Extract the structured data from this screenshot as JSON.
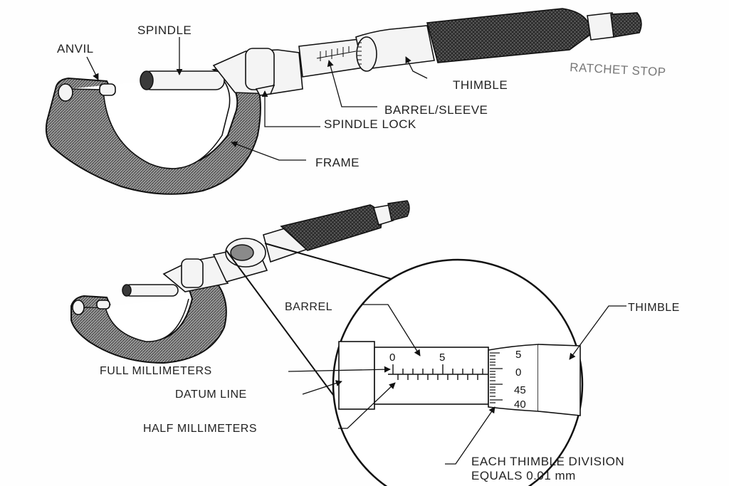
{
  "top_diagram": {
    "labels": {
      "spindle": "SPINDLE",
      "anvil": "ANVIL",
      "ratchet_stop": "RATCHET STOP",
      "thimble": "THIMBLE",
      "barrel_sleeve": "BARREL/SLEEVE",
      "spindle_lock": "SPINDLE LOCK",
      "frame": "FRAME"
    }
  },
  "bottom_diagram": {
    "labels": {
      "barrel": "BARREL",
      "thimble": "THIMBLE",
      "full_millimeters": "FULL MILLIMETERS",
      "datum_line": "DATUM LINE",
      "half_millimeters": "HALF MILLIMETERS",
      "thimble_division_line1": "EACH THIMBLE DIVISION",
      "thimble_division_line2": "EQUALS 0.01 mm"
    },
    "barrel_scale": [
      "0",
      "5"
    ],
    "thimble_scale": [
      "5",
      "0",
      "45",
      "40"
    ]
  }
}
